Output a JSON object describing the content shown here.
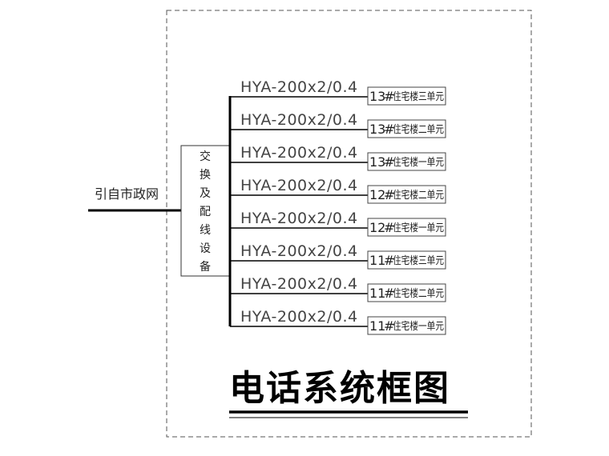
{
  "title": "电话系统框图",
  "incoming": {
    "label": "引自市政网"
  },
  "equipment": {
    "label": "交换及配线设备"
  },
  "branches": [
    {
      "cable": "HYA-200x2/0.4",
      "dest_num": "13",
      "dest_mark": "#",
      "dest_text": "住宅楼三单元"
    },
    {
      "cable": "HYA-200x2/0.4",
      "dest_num": "13",
      "dest_mark": "#",
      "dest_text": "住宅楼二单元"
    },
    {
      "cable": "HYA-200x2/0.4",
      "dest_num": "13",
      "dest_mark": "#",
      "dest_text": "住宅楼一单元"
    },
    {
      "cable": "HYA-200x2/0.4",
      "dest_num": "12",
      "dest_mark": "#",
      "dest_text": "住宅楼二单元"
    },
    {
      "cable": "HYA-200x2/0.4",
      "dest_num": "12",
      "dest_mark": "#",
      "dest_text": "住宅楼一单元"
    },
    {
      "cable": "HYA-200x2/0.4",
      "dest_num": "11",
      "dest_mark": "#",
      "dest_text": "住宅楼三单元"
    },
    {
      "cable": "HYA-200x2/0.4",
      "dest_num": "11",
      "dest_mark": "#",
      "dest_text": "住宅楼二单元"
    },
    {
      "cable": "HYA-200x2/0.4",
      "dest_num": "11",
      "dest_mark": "#",
      "dest_text": "住宅楼一单元"
    }
  ]
}
